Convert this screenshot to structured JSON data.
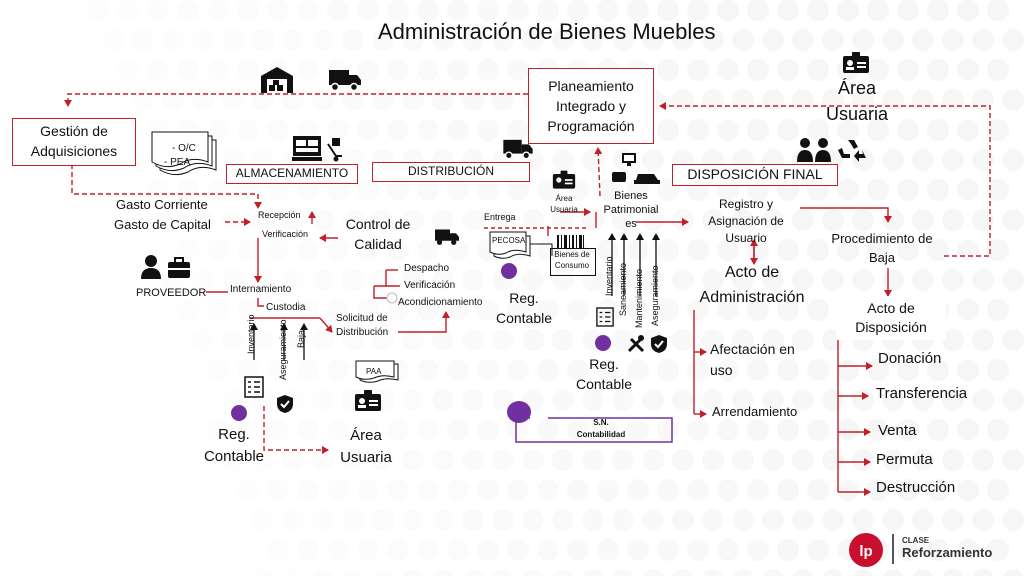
{
  "title": "Administración de Bienes Muebles",
  "planeamiento": [
    "Planeamiento",
    "Integrado y",
    "Programación"
  ],
  "area_usuaria_top": [
    "Área",
    "Usuaria"
  ],
  "gestion": [
    "Gestión de",
    "Adquisiciones"
  ],
  "oc_pea": [
    "- O/C",
    "- PEA"
  ],
  "almacenamiento": "ALMACENAMIENTO",
  "distribucion": "DISTRIBUCIÓN",
  "disposicion_final": "DISPOSICIÓN FINAL",
  "gasto": [
    "Gasto Corriente",
    "Gasto de Capital"
  ],
  "recepcion": "Recepción",
  "verificacion": "Verificación",
  "control_calidad": [
    "Control de",
    "Calidad"
  ],
  "entrega": "Entrega",
  "area_usuaria_small": [
    "Área",
    "Usuaria"
  ],
  "bienes_patrimoniales": [
    "Bienes",
    "Patrimonial",
    "es"
  ],
  "pecosa": "PECOSA",
  "bienes_consumo": [
    "Bienes de",
    "Consumo"
  ],
  "proveedor": "PROVEEDOR",
  "internamiento": "Internamiento",
  "custodia": "Custodia",
  "custodia_verticals": [
    "Inventario",
    "Aseguramiento",
    "Baja"
  ],
  "despacho": "Despacho",
  "verificacion2": "Verificación",
  "acondicionamiento": "Acondicionamiento",
  "solicitud": [
    "Solicitud de",
    "Distribución"
  ],
  "paa": "PAA",
  "reg_contable": [
    "Reg.",
    "Contable"
  ],
  "area_usuaria_bottom": [
    "Área",
    "Usuaria"
  ],
  "bp_verticals": [
    "Inventario",
    "Saneamiento",
    "Mantenimiento",
    "Aseguramiento"
  ],
  "sn_contabilidad": [
    "S.N.",
    "Contabilidad"
  ],
  "registro": [
    "Registro y",
    "Asignación de",
    "Usuario"
  ],
  "acto_admin": [
    "Acto de",
    "Administración"
  ],
  "afectacion": [
    "Afectación en",
    "uso"
  ],
  "arrendamiento": "Arrendamiento",
  "procedimiento_baja": [
    "Procedimiento de",
    "Baja"
  ],
  "acto_disposicion": [
    "Acto de",
    "Disposición"
  ],
  "disposicion_items": [
    "Donación",
    "Transferencia",
    "Venta",
    "Permuta",
    "Destrucción"
  ],
  "logo": {
    "mark": "lp",
    "clase": "CLASE",
    "brand": "Reforzamiento"
  },
  "colors": {
    "accent": "#c0202a",
    "purple": "#7030a0",
    "logo_red": "#c8102e"
  }
}
